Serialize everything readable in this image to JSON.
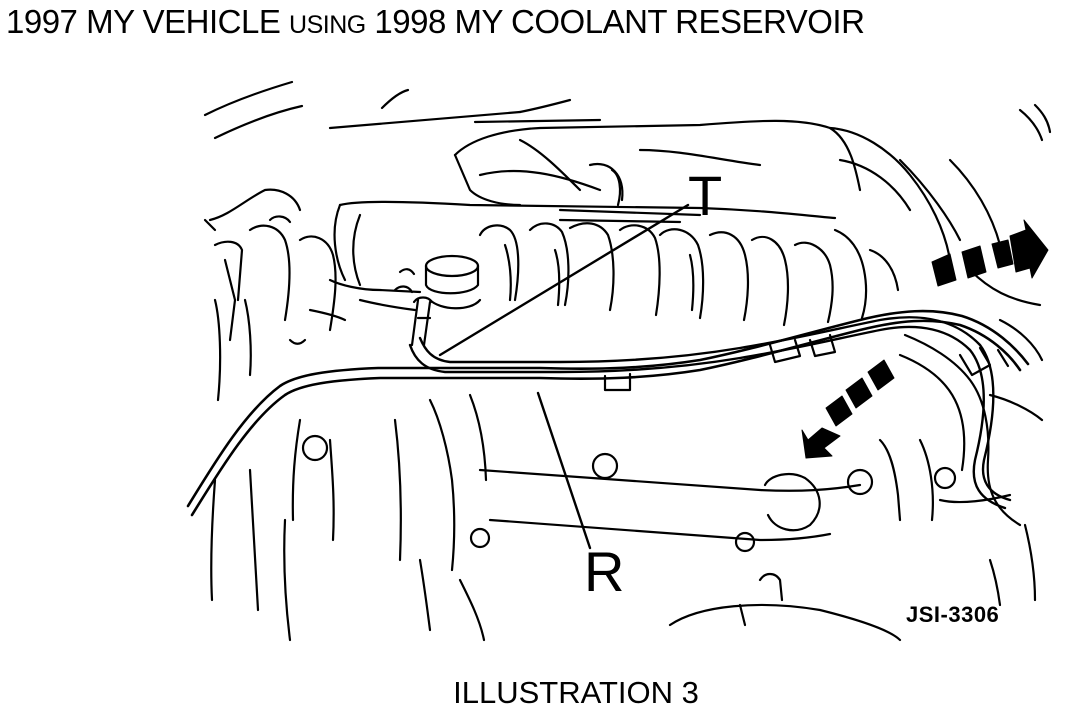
{
  "title_part1": "1997 MY VEHICLE ",
  "title_part2": "USING",
  "title_part3": " 1998 MY COOLANT RESERVOIR",
  "label_t": "T",
  "label_r": "R",
  "figure_id": "JSI-3306",
  "caption": "ILLUSTRATION 3",
  "colors": {
    "ink": "#000000",
    "paper": "#ffffff"
  }
}
